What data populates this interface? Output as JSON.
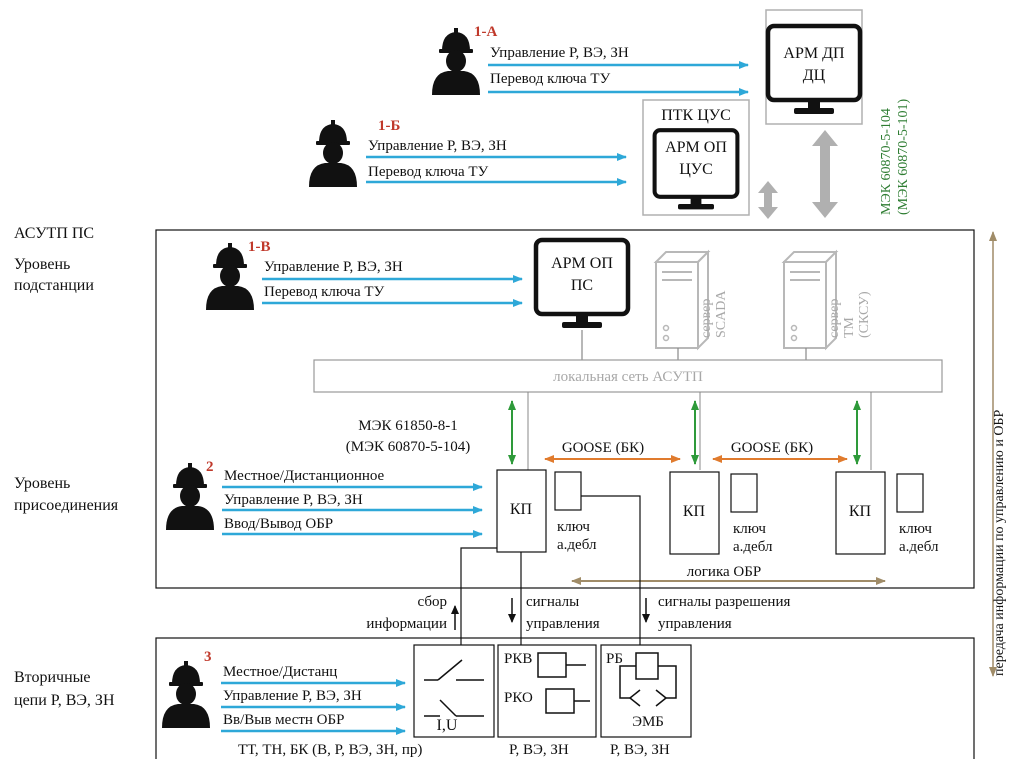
{
  "operators": {
    "op_1a": {
      "tag": "1-А",
      "lines": [
        "Управление Р, ВЭ, ЗН",
        "Перевод ключа ТУ"
      ]
    },
    "op_1b": {
      "tag": "1-Б",
      "lines": [
        "Управление Р, ВЭ, ЗН",
        "Перевод ключа ТУ"
      ]
    },
    "op_1v": {
      "tag": "1-В",
      "lines": [
        "Управление Р, ВЭ, ЗН",
        "Перевод ключа ТУ"
      ]
    },
    "op_2": {
      "tag": "2",
      "lines": [
        "Местное/Дистанционное",
        "Управление Р, ВЭ, ЗН",
        "Ввод/Вывод ОБР"
      ]
    },
    "op_3": {
      "tag": "3",
      "lines": [
        "Местное/Дистанц",
        "Управление Р, ВЭ, ЗН",
        "Вв/Выв местн ОБР"
      ]
    }
  },
  "workstations": {
    "arm_dp": [
      "АРМ ДП",
      "ДЦ"
    ],
    "arm_op_cus": [
      "АРМ ОП",
      "ЦУС"
    ],
    "ptk_cus": "ПТК ЦУС",
    "arm_op_ps": [
      "АРМ ОП",
      "ПС"
    ]
  },
  "servers": {
    "scada": [
      "сервер",
      "SCADA"
    ],
    "tm": [
      "сервер",
      "ТМ",
      "(СКСУ)"
    ]
  },
  "protocols": {
    "iec104_a": "МЭК 60870-5-104",
    "iec104_b": "(МЭК 60870-5-101)",
    "iec61850_a": "МЭК 61850-8-1",
    "iec61850_b": "(МЭК 60870-5-104)",
    "goose": "GOOSE (БК)"
  },
  "levels": {
    "asutp": "АСУТП ПС",
    "substation": [
      "Уровень",
      "подстанции"
    ],
    "bay": [
      "Уровень",
      "присоединения"
    ],
    "secondary": [
      "Вторичные",
      "цепи Р, ВЭ, ЗН"
    ]
  },
  "network": "локальная сеть АСУТП",
  "kp": "КП",
  "key": [
    "ключ",
    "а.дебл"
  ],
  "logic": "логика ОБР",
  "signals": {
    "collect": [
      "сбор",
      "информации"
    ],
    "control": [
      "сигналы",
      "управления"
    ],
    "permit": [
      "сигналы разрешения",
      "управления"
    ]
  },
  "secondary_blocks": {
    "iu": "I,U",
    "rkv": "РКВ",
    "rko": "РКО",
    "rb": "РБ",
    "emb": "ЭМБ",
    "tt_caption": "ТТ, ТН, БК (В, Р, ВЭ, ЗН, пр)",
    "rve1": "Р, ВЭ, ЗН",
    "rve2": "Р, ВЭ, ЗН"
  },
  "side_text": "передача информации по управлению и ОБР",
  "colors": {
    "arrow_blue": "#2ea8d8",
    "arrow_green": "#2e9a3a",
    "arrow_orange": "#e07b2e",
    "arrow_tan": "#a08c68",
    "grey": "#b0b0b0",
    "tag_red": "#c0392b"
  }
}
